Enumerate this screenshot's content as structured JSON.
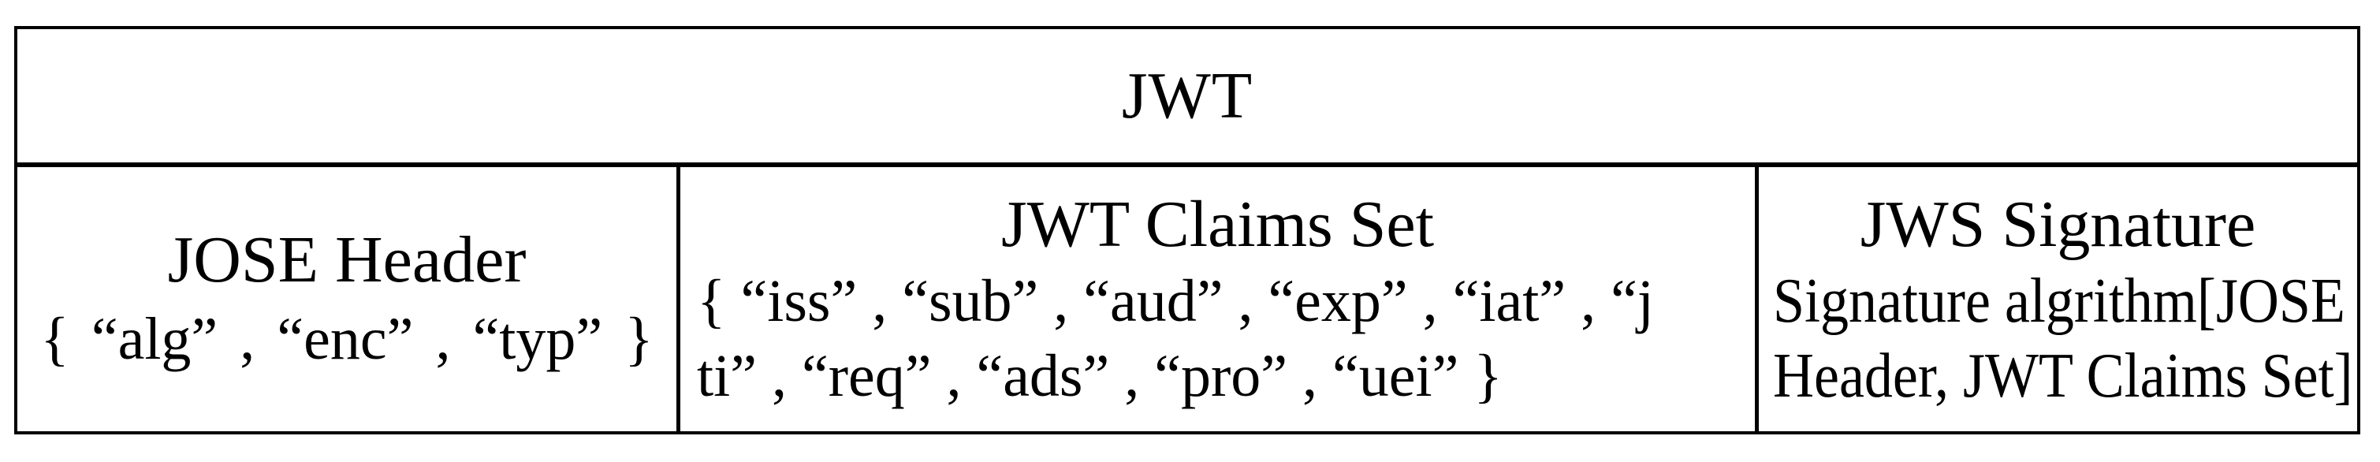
{
  "diagram": {
    "title": "JWT",
    "columns": [
      {
        "id": "jose-header",
        "heading": "JOSE Header",
        "lines": [
          "{ “alg” , “enc” , “typ” }"
        ]
      },
      {
        "id": "jwt-claims-set",
        "heading": "JWT Claims Set",
        "lines": [
          "{ “iss” , “sub” , “aud” , “exp” , “iat” , “j",
          "ti” , “req” , “ads” , “pro” , “uei” }"
        ]
      },
      {
        "id": "jws-signature",
        "heading": "JWS Signature",
        "lines": [
          "Signature algrithm[JOSE",
          "Header, JWT Claims Set]"
        ]
      }
    ],
    "colors": {
      "border": "#000000",
      "text": "#000000",
      "background": "#ffffff"
    }
  }
}
